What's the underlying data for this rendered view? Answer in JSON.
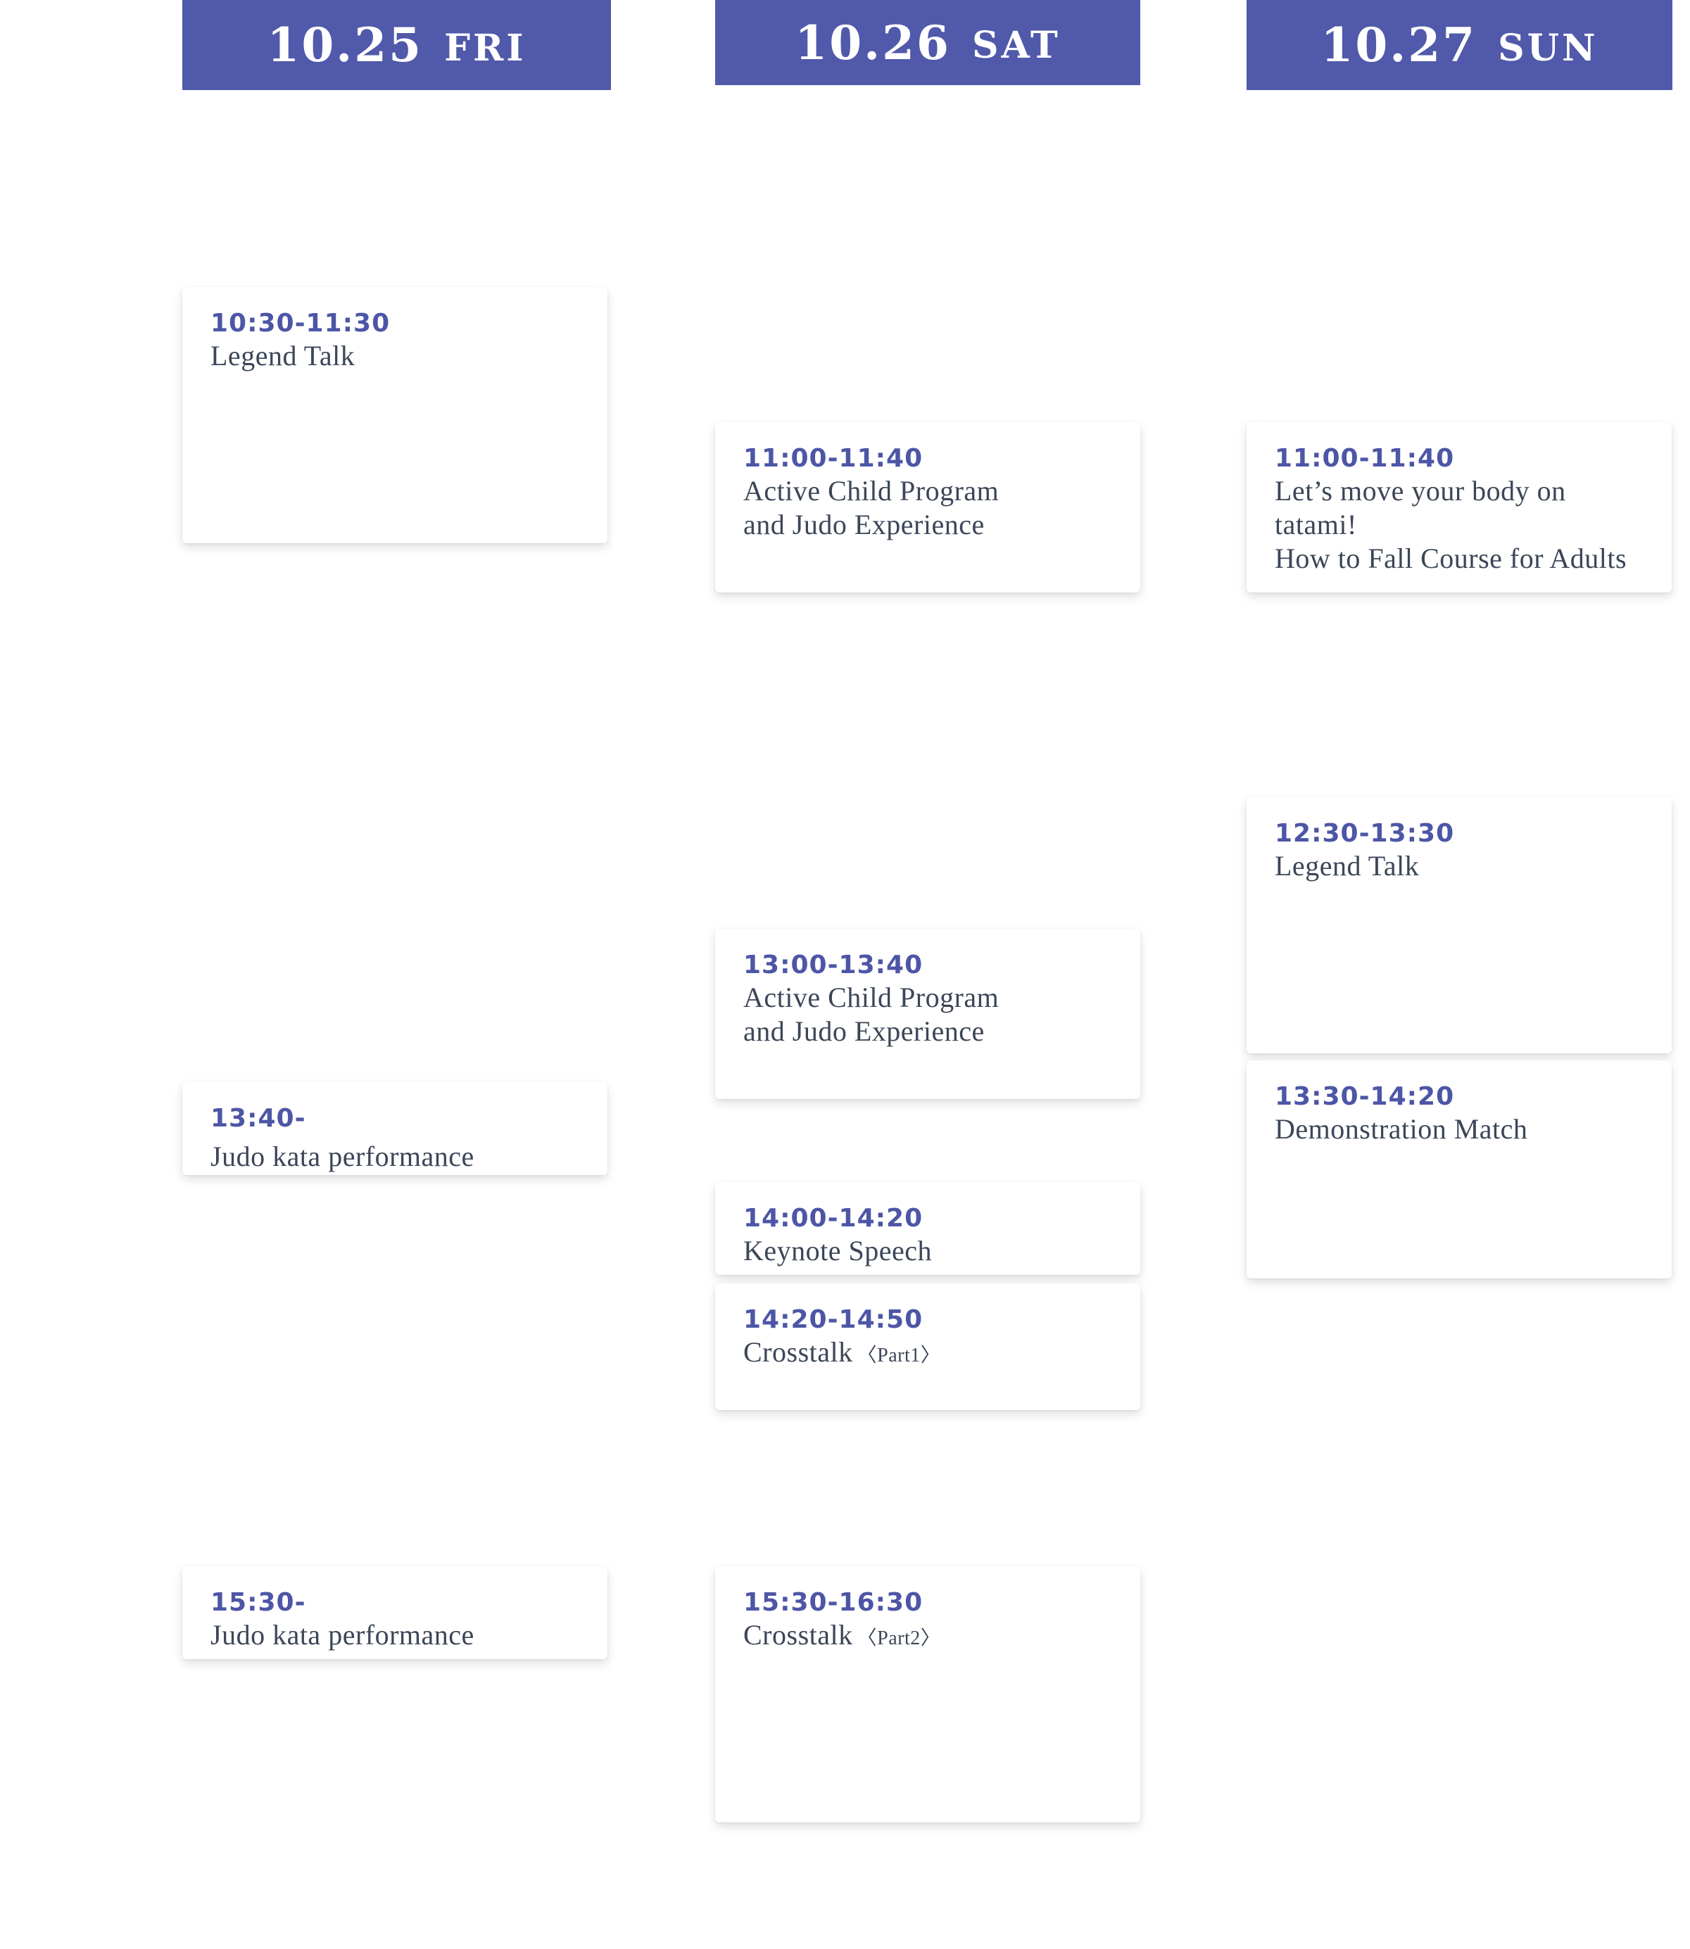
{
  "days": [
    {
      "date": "10.25",
      "dow": "FRI"
    },
    {
      "date": "10.26",
      "dow": "SAT"
    },
    {
      "date": "10.27",
      "dow": "SUN"
    }
  ],
  "events": {
    "fri_1": {
      "time": "10:30-11:30",
      "title": "Legend Talk"
    },
    "fri_2": {
      "time": "13:40-",
      "title": "Judo kata performance"
    },
    "fri_3": {
      "time": "15:30-",
      "title": "Judo kata performance"
    },
    "sat_1": {
      "time": "11:00-11:40",
      "title_line1": "Active Child Program",
      "title_line2": "and Judo Experience"
    },
    "sat_2": {
      "time": "13:00-13:40",
      "title_line1": "Active Child Program",
      "title_line2": "and Judo Experience"
    },
    "sat_3": {
      "time": "14:00-14:20",
      "title": "Keynote Speech"
    },
    "sat_4": {
      "time": "14:20-14:50",
      "title": "Crosstalk",
      "part": "〈Part1〉"
    },
    "sat_5": {
      "time": "15:30-16:30",
      "title": "Crosstalk",
      "part": "〈Part2〉"
    },
    "sun_1": {
      "time": "11:00-11:40",
      "title_line1": "Let’s move your body on tatami!",
      "title_line2": "How to Fall Course for Adults"
    },
    "sun_2": {
      "time": "12:30-13:30",
      "title": "Legend Talk"
    },
    "sun_3": {
      "time": "13:30-14:20",
      "title": "Demonstration Match"
    }
  },
  "colors": {
    "header_bg": "#5059aa",
    "time_text": "#4d56a6",
    "title_text": "#3c4658"
  }
}
